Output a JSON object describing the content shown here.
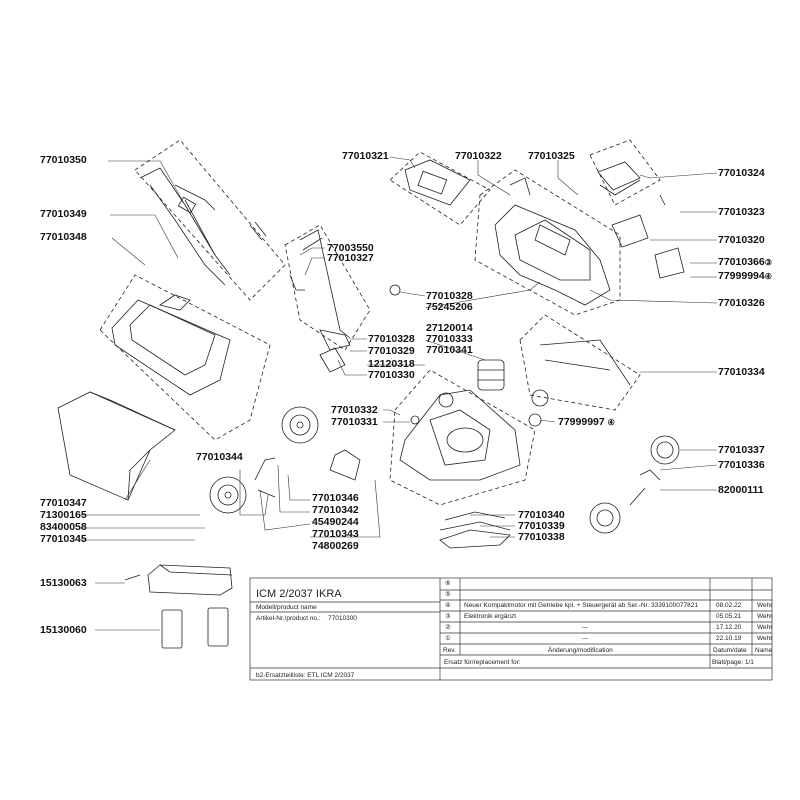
{
  "parts": {
    "p77010350": "77010350",
    "p77010349": "77010349",
    "p77010348": "77010348",
    "p77010321": "77010321",
    "p77010322": "77010322",
    "p77010325": "77010325",
    "p77010324": "77010324",
    "p77010323": "77010323",
    "p77010320": "77010320",
    "p77010366": "77010366",
    "p77999994": "77999994",
    "p77010326": "77010326",
    "p77003550": "77003550",
    "p77010327": "77010327",
    "p77010328a": "77010328",
    "p75245206": "75245206",
    "p77010328b": "77010328",
    "p77010329": "77010329",
    "p12120318": "12120318",
    "p77010330": "77010330",
    "p27120014": "27120014",
    "p77010333": "77010333",
    "p77010341": "77010341",
    "p77010334": "77010334",
    "p77010332": "77010332",
    "p77010331": "77010331",
    "p77999997": "77999997",
    "p77010337": "77010337",
    "p77010336": "77010336",
    "p82000111": "82000111",
    "p77010344": "77010344",
    "p77010346": "77010346",
    "p77010342": "77010342",
    "p45490244": "45490244",
    "p77010343": "77010343",
    "p74800269": "74800269",
    "p77010347": "77010347",
    "p71300165": "71300165",
    "p83400058": "83400058",
    "p77010345": "77010345",
    "p77010340": "77010340",
    "p77010339": "77010339",
    "p77010338": "77010338",
    "p15130063": "15130063",
    "p15130060": "15130060"
  },
  "circled": {
    "c3": "③",
    "c4a": "④",
    "c4b": "④"
  },
  "title_block": {
    "title": "ICM 2/2037 IKRA",
    "model_label": "Modell/product name",
    "article_label": "Artikel-Nr./product no.:",
    "article_no": "77010300",
    "spare_list": "b2-Ersatzteilliste:  ETL ICM 2/2037",
    "replacement": "Ersatz für/replacement for:",
    "rev_head": "Rev.",
    "change_head": "Änderung/modification",
    "date_head": "Datum/date",
    "name_head": "Name",
    "sheet": "Blatt/page:  1/1",
    "revisions": [
      {
        "num": "⑥",
        "text": "",
        "date": "",
        "name": ""
      },
      {
        "num": "⑤",
        "text": "",
        "date": "",
        "name": ""
      },
      {
        "num": "④",
        "text": "Neuer Kompaktmotor mit Getriebe kpl. + Steuergerät ab Ser.-Nr. 3339100077821",
        "date": "08.02.22",
        "name": "Wehr"
      },
      {
        "num": "③",
        "text": "Elektronik ergänzt",
        "date": "05.05.21",
        "name": "Wehr"
      },
      {
        "num": "②",
        "text": "---",
        "date": "17.12.20",
        "name": "Wehr"
      },
      {
        "num": "①",
        "text": "---",
        "date": "22.10.19",
        "name": "Wehr"
      }
    ]
  }
}
